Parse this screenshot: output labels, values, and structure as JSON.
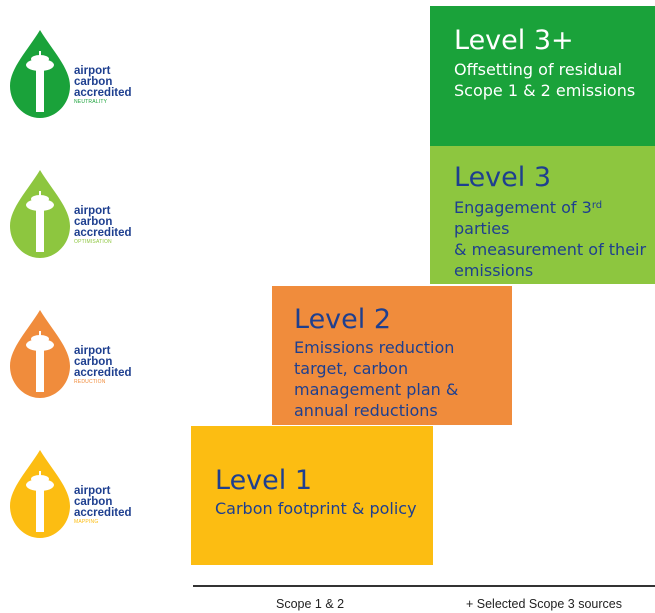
{
  "logos": [
    {
      "line1": "airport",
      "line2": "carbon",
      "line3": "accredited",
      "sub": "NEUTRALITY",
      "color": "#1aa23a"
    },
    {
      "line1": "airport",
      "line2": "carbon",
      "line3": "accredited",
      "sub": "OPTIMISATION",
      "color": "#8dc63f"
    },
    {
      "line1": "airport",
      "line2": "carbon",
      "line3": "accredited",
      "sub": "REDUCTION",
      "color": "#f08c3c"
    },
    {
      "line1": "airport",
      "line2": "carbon",
      "line3": "accredited",
      "sub": "MAPPING",
      "color": "#fcbd12"
    }
  ],
  "levels": {
    "l3plus": {
      "title": "Level 3+",
      "desc_line1": "Offsetting of residual",
      "desc_line2": "Scope 1 & 2 emissions",
      "color": "#1aa23a"
    },
    "l3": {
      "title": "Level 3",
      "desc_pre": "Engagement of 3",
      "desc_sup": "rd",
      "desc_post": " parties",
      "desc_line2": "& measurement of their",
      "desc_line3": "emissions",
      "color": "#8dc63f"
    },
    "l2": {
      "title": "Level 2",
      "desc_line1": "Emissions reduction",
      "desc_line2": "target, carbon",
      "desc_line3": "management plan &",
      "desc_line4": "annual reductions",
      "color": "#f08c3c"
    },
    "l1": {
      "title": "Level 1",
      "desc_line1": "Carbon footprint & policy",
      "color": "#fcbd12"
    }
  },
  "axis": {
    "left_label": "Scope 1 & 2",
    "right_label": "+ Selected Scope 3 sources"
  },
  "text_color": "#1e3f8f"
}
